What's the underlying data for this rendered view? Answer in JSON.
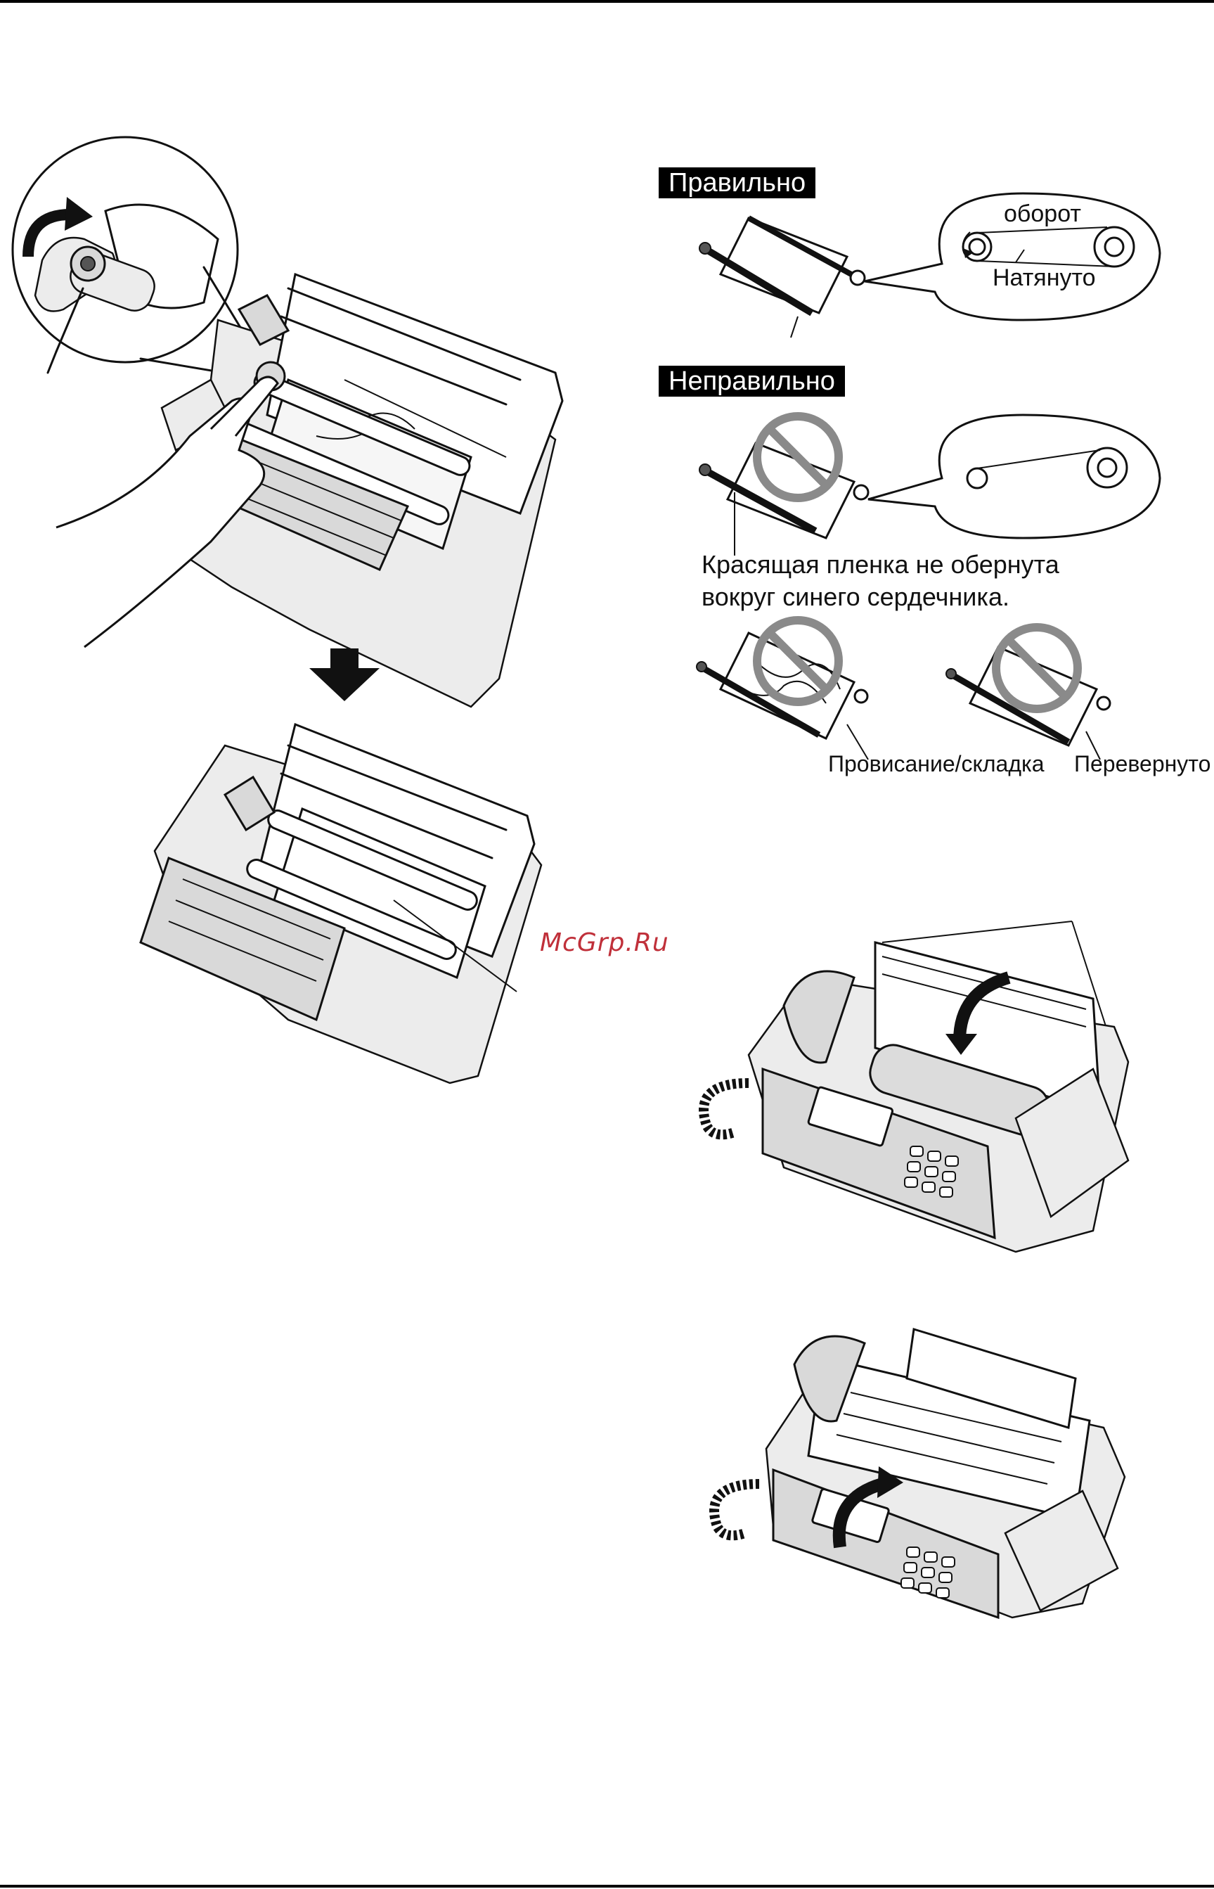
{
  "labels": {
    "correct": "Правильно",
    "incorrect": "Неправильно",
    "rotation": "оборот",
    "taut": "Натянуто",
    "not_wrapped_line1": "Красящая пленка не обернута",
    "not_wrapped_line2": "вокруг синего сердечника.",
    "slack": "Провисание/складка",
    "reversed": "Перевернуто"
  },
  "watermark": "McGrp.Ru",
  "icons": [
    "curved-arrow-icon",
    "down-arrow-icon",
    "prohibited-icon"
  ],
  "colors": {
    "rule": "#000000",
    "badge_bg": "#000000",
    "badge_text": "#ffffff",
    "watermark": "#c0303a",
    "prohibited": "#8a8a8a"
  }
}
